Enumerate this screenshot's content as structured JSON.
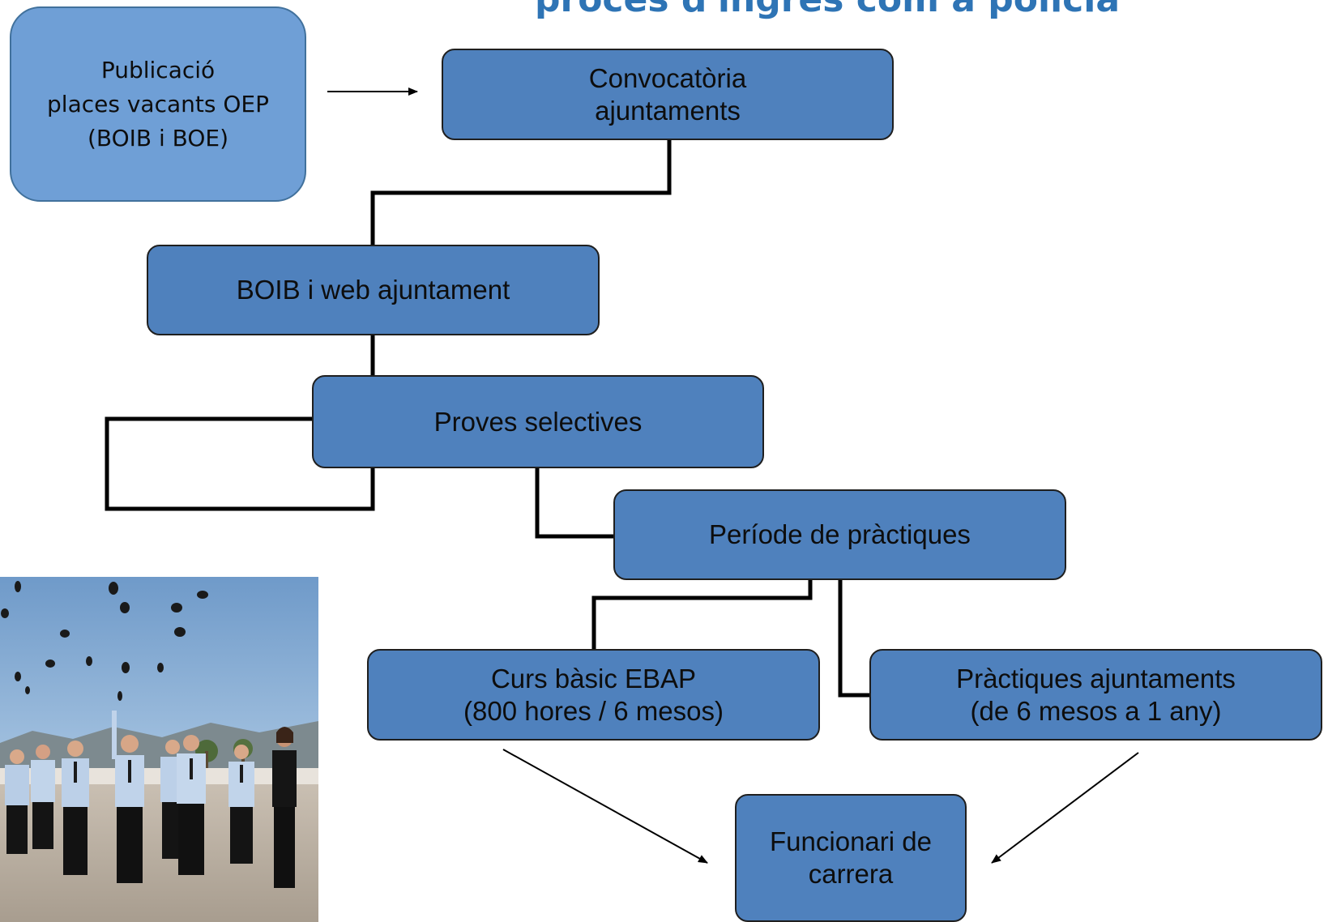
{
  "diagram": {
    "title_partial": "procés d'ingrés com a policia",
    "nodes": [
      {
        "id": "publicacio",
        "label": "Publicació\nplaces vacants OEP\n(BOIB i BOE)"
      },
      {
        "id": "convocatoria",
        "label": "Convocatòria\najuntaments"
      },
      {
        "id": "boib",
        "label": "BOIB i web ajuntament"
      },
      {
        "id": "proves",
        "label": "Proves selectives"
      },
      {
        "id": "periode",
        "label": "Període de pràctiques"
      },
      {
        "id": "curs",
        "label": "Curs bàsic EBAP\n(800 hores / 6 mesos)"
      },
      {
        "id": "practiques",
        "label": "Pràctiques ajuntaments\n(de 6 mesos a 1 any)"
      },
      {
        "id": "funcionari",
        "label": "Funcionari de\ncarrera"
      }
    ],
    "colors": {
      "node_fill": "#4f81bd",
      "start_node_fill": "#6f9fd6",
      "connector": "#000000",
      "title": "#2e74b5"
    }
  }
}
